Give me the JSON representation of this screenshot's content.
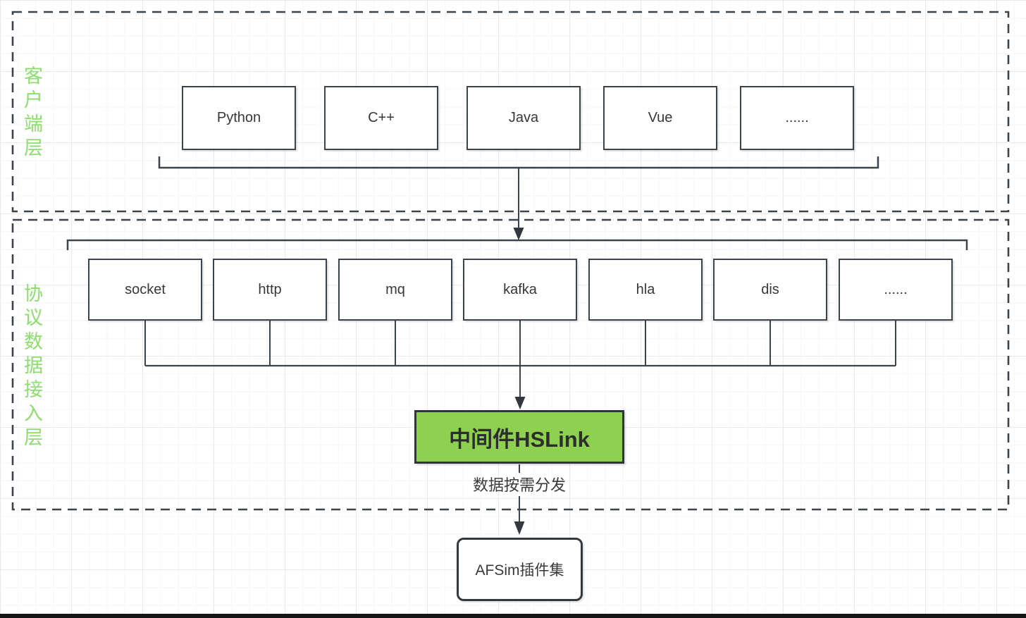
{
  "diagram": {
    "layers": [
      {
        "label": "客户端层",
        "nodes": [
          {
            "label": "Python"
          },
          {
            "label": "C++"
          },
          {
            "label": "Java"
          },
          {
            "label": "Vue"
          },
          {
            "label": "......"
          }
        ]
      },
      {
        "label": "协议数据接入层",
        "nodes": [
          {
            "label": "socket"
          },
          {
            "label": "http"
          },
          {
            "label": "mq"
          },
          {
            "label": "kafka"
          },
          {
            "label": "hla"
          },
          {
            "label": "dis"
          },
          {
            "label": "......"
          }
        ]
      }
    ],
    "middleware": {
      "label": "中间件HSLink",
      "fill": "#8ed050"
    },
    "flow_annotation": "数据按需分发",
    "sink": {
      "label": "AFSim插件集"
    },
    "colors": {
      "layer_label_green": "#8ddf6d",
      "line": "#3d434b",
      "middleware_fill": "#8ed050"
    }
  }
}
